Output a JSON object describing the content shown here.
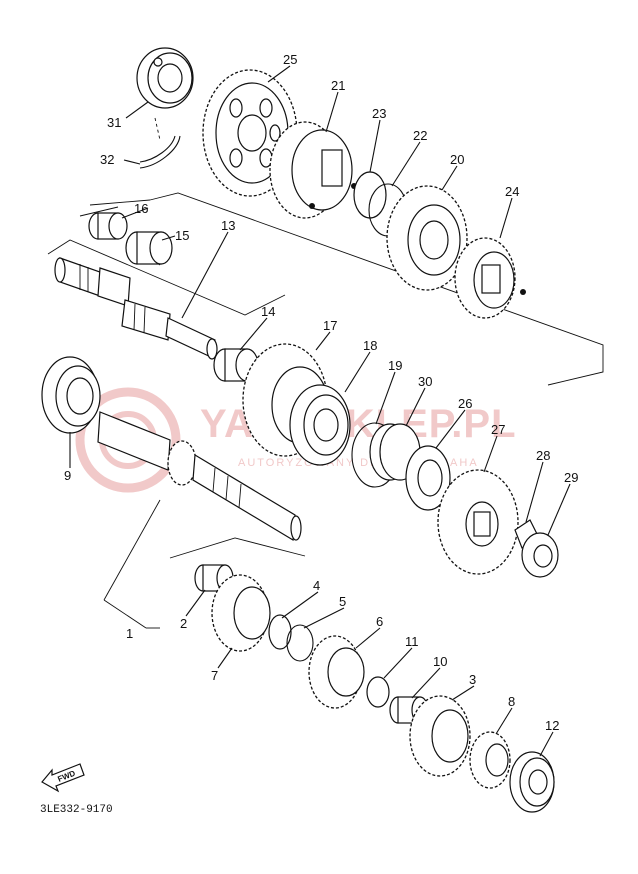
{
  "diagram": {
    "part_labels": {
      "p1": "1",
      "p2": "2",
      "p3": "3",
      "p4": "4",
      "p5": "5",
      "p6": "6",
      "p7": "7",
      "p8": "8",
      "p9": "9",
      "p10": "10",
      "p11": "11",
      "p12": "12",
      "p13": "13",
      "p14": "14",
      "p15": "15",
      "p16": "16",
      "p17": "17",
      "p18": "18",
      "p19": "19",
      "p20": "20",
      "p21": "21",
      "p22": "22",
      "p23": "23",
      "p24": "24",
      "p25": "25",
      "p26": "26",
      "p27": "27",
      "p28": "28",
      "p29": "29",
      "p30": "30",
      "p31": "31",
      "p32": "32"
    },
    "diagram_code": "3LE332-9170",
    "direction_arrow_text": "FWD",
    "watermark": {
      "brand": "YAMASKLEP.PL",
      "tagline": "AUTORYZOWANY DEALER YAMAHA",
      "color": "#f1c9c9"
    }
  }
}
